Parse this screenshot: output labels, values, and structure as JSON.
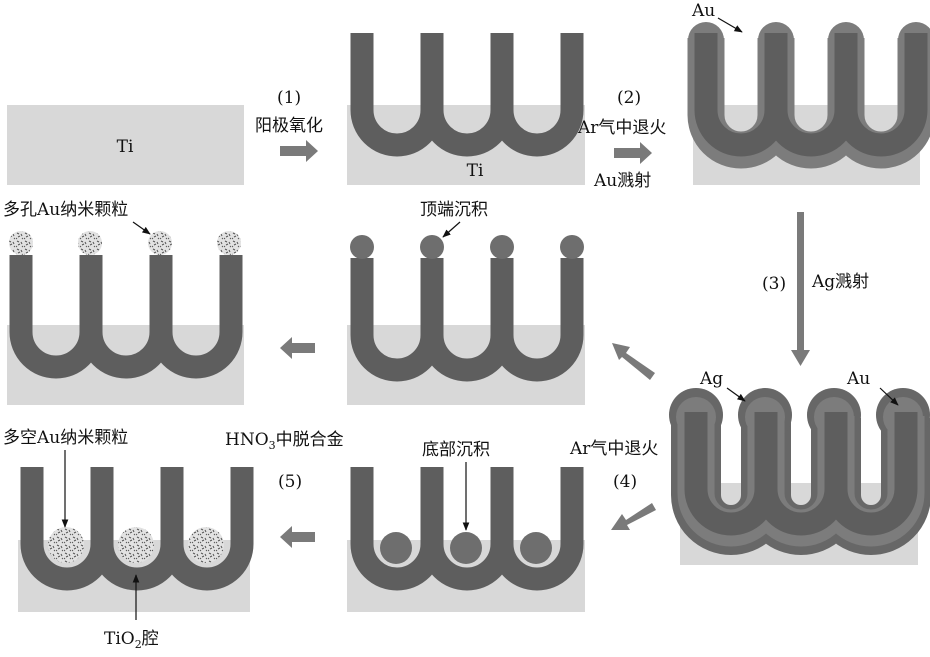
{
  "colors": {
    "substrate": "#d8d8d8",
    "tube": "#5e5e5e",
    "au": "#7c7c7c",
    "ag": "#676767",
    "arrow": "#7a7a7a"
  },
  "labels": {
    "ti_plain": "Ti",
    "ti_panel2": "Ti",
    "step1_num": "(1)",
    "step1_text": "阳极氧化",
    "step2_num": "(2)",
    "step2_text1": "Ar气中退火",
    "step2_text2": "Au溅射",
    "au_top": "Au",
    "step3_num": "(3)",
    "step3_text": "Ag溅射",
    "ag_label": "Ag",
    "au_label": "Au",
    "porous_np": "多孔Au纳米颗粒",
    "top_deposit": "顶端沉积",
    "step4_num": "(4)",
    "step4_text": "Ar气中退火",
    "bottom_deposit": "底部沉积",
    "step5_num": "(5)",
    "step5_hno": "HNO",
    "step5_sub": "3",
    "step5_rest": "中脱合金",
    "hollow_np": "多空Au纳米颗粒",
    "cavity_ti": "TiO",
    "cavity_sub": "2",
    "cavity_rest": "腔"
  }
}
